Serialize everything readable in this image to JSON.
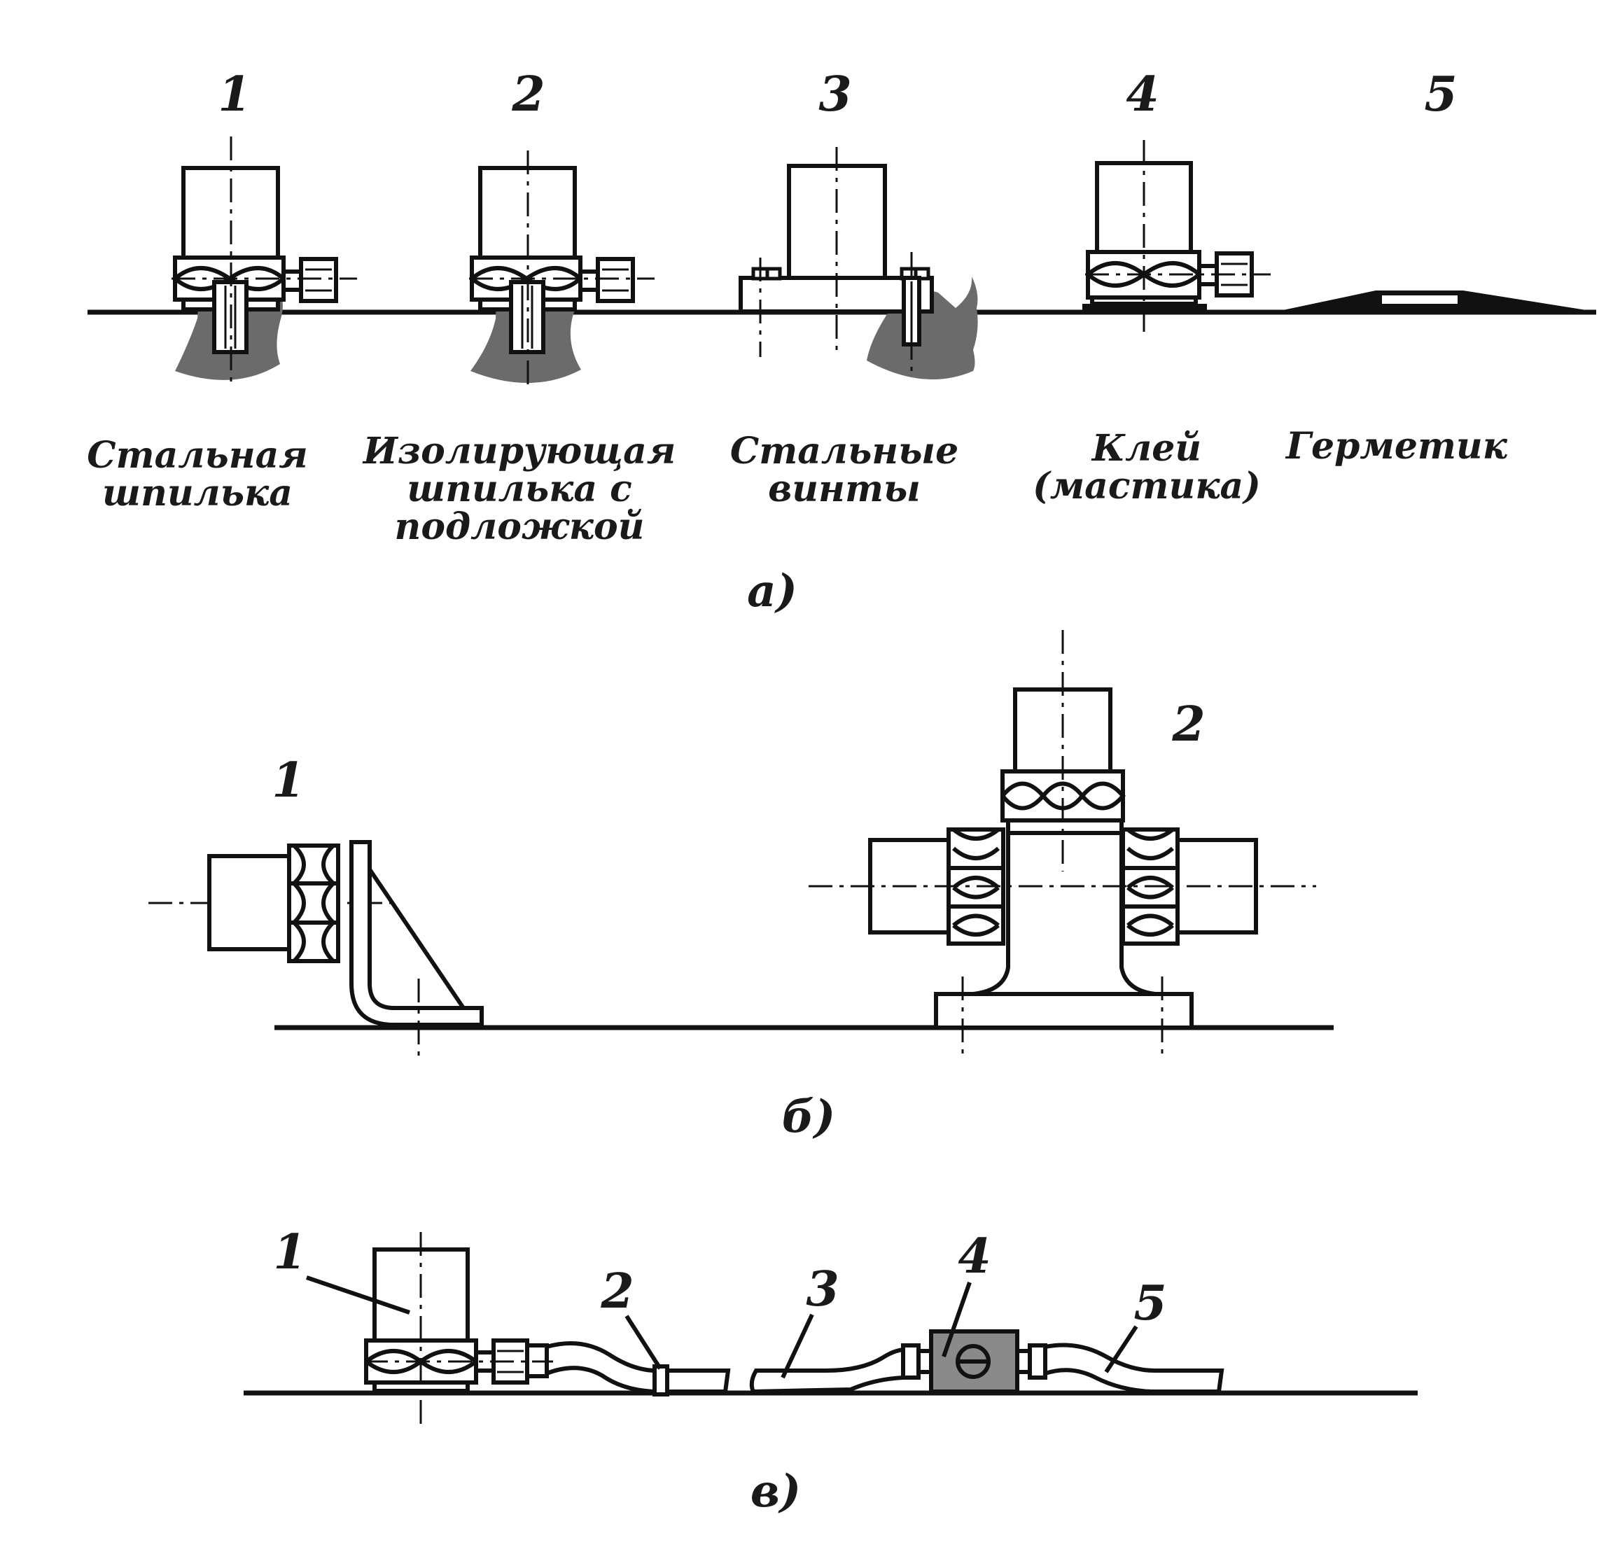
{
  "panel_a": {
    "numbers": [
      "1",
      "2",
      "3",
      "4",
      "5"
    ],
    "captions": [
      [
        "Стальная",
        "шпилька"
      ],
      [
        "Изолирующая",
        "шпилька с",
        "подложкой"
      ],
      [
        "Стальные",
        "винты"
      ],
      [
        "Клей",
        "(мастика)"
      ],
      [
        "Герметик"
      ]
    ],
    "label": "а)"
  },
  "panel_b": {
    "numbers": [
      "1",
      "2"
    ],
    "label": "б)"
  },
  "panel_v": {
    "numbers": [
      "1",
      "2",
      "3",
      "4",
      "5"
    ],
    "label": "в)"
  },
  "colors": {
    "line": "#111111",
    "soil": "#6b6b6b",
    "box": "#8a8a8a"
  }
}
